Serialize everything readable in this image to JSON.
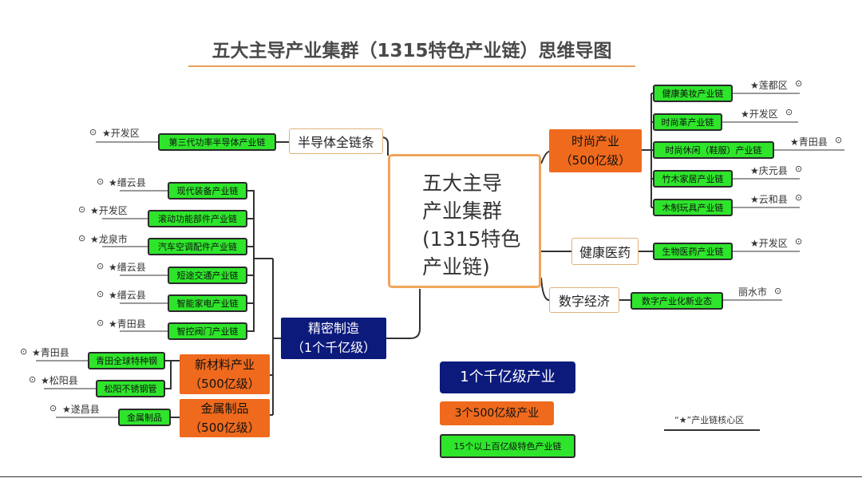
{
  "title": "五大主导产业集群（1315特色产业链）思维导图",
  "center": {
    "lines": [
      "五大主导",
      "产业集群",
      "(1315特色",
      "产业链)"
    ]
  },
  "branches": {
    "semiconductor": {
      "label": "半导体全链条",
      "chain": "第三代功率半导体产业链",
      "loc": "★开发区"
    },
    "fashion": {
      "label_line1": "时尚产业",
      "label_line2": "（500亿级）",
      "chains": [
        {
          "name": "健康美妆产业链",
          "loc": "★莲都区"
        },
        {
          "name": "时尚革产业链",
          "loc": "★开发区"
        },
        {
          "name": "时尚休闲（鞋服）产业链",
          "loc": "★青田县"
        },
        {
          "name": "竹木家居产业链",
          "loc": "★庆元县"
        },
        {
          "name": "木制玩具产业链",
          "loc": "★云和县"
        }
      ]
    },
    "health": {
      "label": "健康医药",
      "chain": "生物医药产业链",
      "loc": "★开发区"
    },
    "digital": {
      "label": "数字经济",
      "chain": "数字产业化新业态",
      "loc": "丽水市"
    },
    "precision": {
      "label_line1": "精密制造",
      "label_line2": "（1个千亿级）",
      "chains": [
        {
          "name": "现代装备产业链",
          "loc": "★缙云县"
        },
        {
          "name": "滚动功能部件产业链",
          "loc": "★开发区"
        },
        {
          "name": "汽车空调配件产业链",
          "loc": "★龙泉市"
        },
        {
          "name": "短途交通产业链",
          "loc": "★缙云县"
        },
        {
          "name": "智能家电产业链",
          "loc": "★缙云县"
        },
        {
          "name": "智控阀门产业链",
          "loc": "★青田县"
        }
      ]
    },
    "materials": {
      "label_line1": "新材料产业",
      "label_line2": "（500亿级）",
      "chains": [
        {
          "name": "青田全球特种钢",
          "loc": "★青田县"
        },
        {
          "name": "松阳不锈钢管",
          "loc": "★松阳县"
        }
      ]
    },
    "metal": {
      "label_line1": "金属制品",
      "label_line2": "（500亿级）",
      "chains": [
        {
          "name": "金属制品",
          "loc": "★遂昌县"
        }
      ]
    }
  },
  "dot_symbol": "⊙",
  "legend": {
    "navy": "1个千亿级产业",
    "orange": "3个500亿级产业",
    "green": "15个以上百亿级特色产业链",
    "note": "“★”产业链核心区"
  },
  "colors": {
    "green": "#2ee52b",
    "orange": "#ef6a1d",
    "navy": "#0c1a7c",
    "border": "#f0a55a"
  }
}
